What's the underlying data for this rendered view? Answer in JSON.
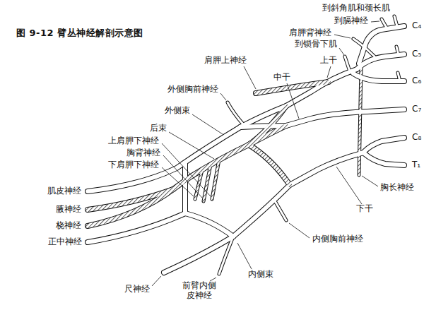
{
  "diagram": {
    "title": "图 9-12 臂丛神经解剖示意图",
    "labels": [
      "到斜角肌和颈长肌",
      "到膈神经",
      "肩胛背神经",
      "到锁骨下肌",
      "肩胛上神经",
      "上干",
      "中干",
      "外侧胸前神经",
      "外侧束",
      "后束",
      "上肩胛下神经",
      "胸背神经",
      "下肩胛下神经",
      "肌皮神经",
      "腋神经",
      "桡神经",
      "正中神经",
      "尺神经",
      "前臂内侧皮神经",
      "内侧束",
      "内侧胸前神经",
      "下干",
      "胸长神经",
      "C₄",
      "C₅",
      "C₆",
      "C₇",
      "C₈",
      "T₁"
    ]
  }
}
